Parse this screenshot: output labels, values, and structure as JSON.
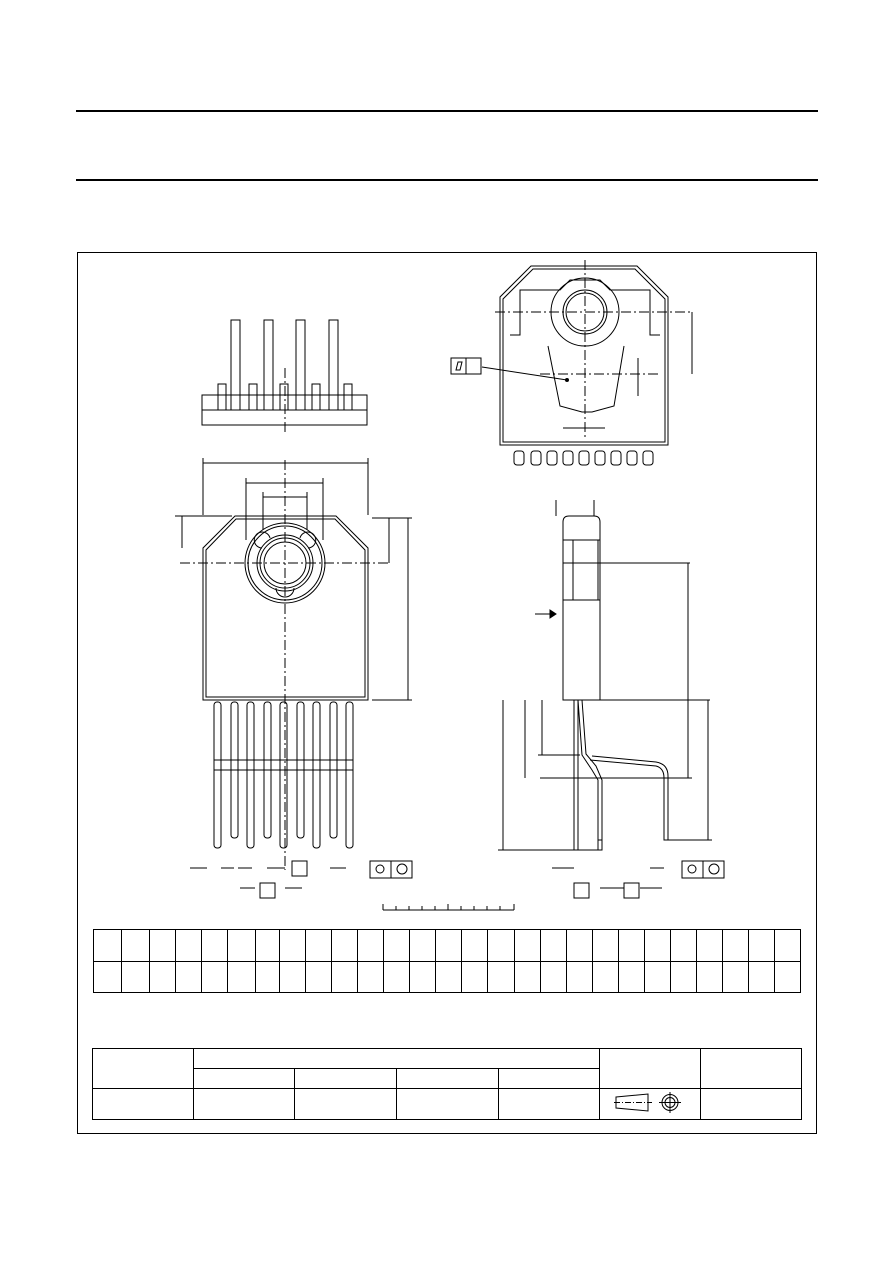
{
  "document": {
    "header_rules": 2,
    "dimension_table": {
      "rows": 2,
      "columns": 27
    },
    "outline_table": {
      "rows": 3
    }
  }
}
